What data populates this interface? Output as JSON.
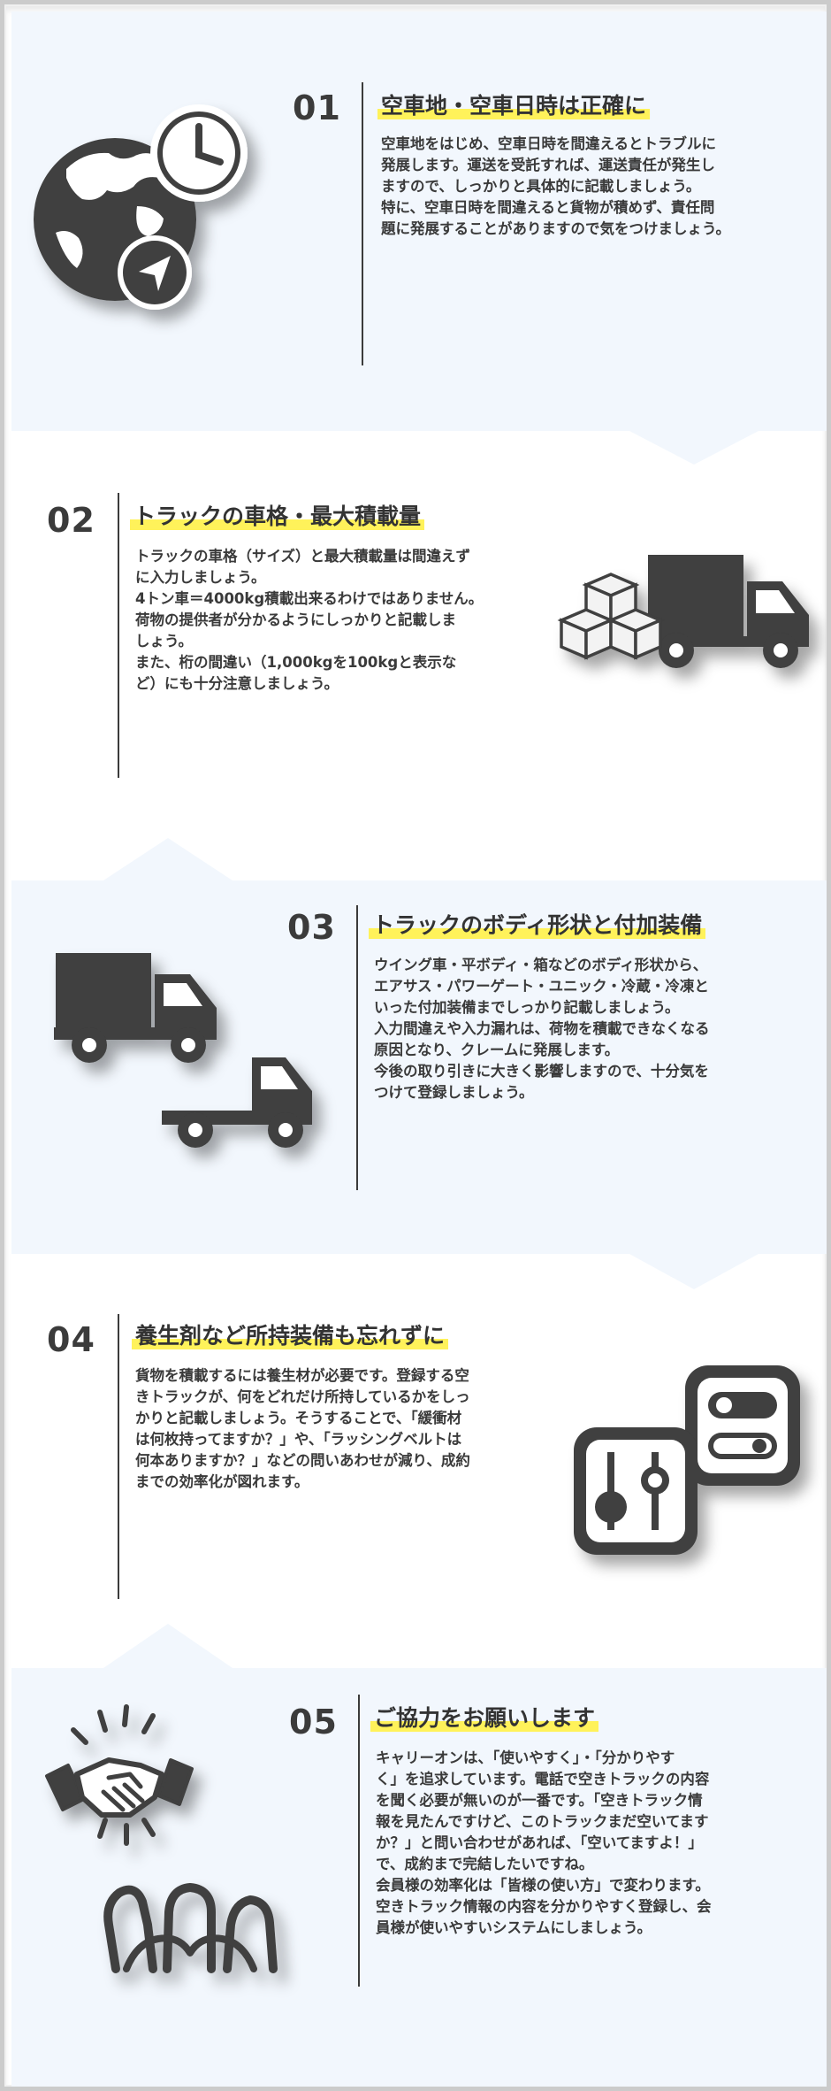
{
  "colors": {
    "band_tint": "#f2f7fd",
    "band_white": "#ffffff",
    "highlight": "#fff25a",
    "icon_dark": "#3f3f3f",
    "text": "#3a3a3a"
  },
  "sections": [
    {
      "number": "01",
      "title": "空車地・空車日時は正確に",
      "icon": "globe-clock-compass-icon",
      "lines": [
        "空車地をはじめ、空車日時を間違えるとトラブルに",
        "発展します。運送を受託すれば、運送責任が発生し",
        "ますので、しっかりと具体的に記載しましょう。",
        "特に、空車日時を間違えると貨物が積めず、責任問",
        "題に発展することがありますので気をつけましょう。"
      ]
    },
    {
      "number": "02",
      "title": "トラックの車格・最大積載量",
      "icon": "truck-with-boxes-icon",
      "lines": [
        "トラックの車格（サイズ）と最大積載量は間違えず",
        "に入力しましょう。",
        "4トン車＝4000kg積載出来るわけではありません。",
        "荷物の提供者が分かるようにしっかりと記載しま",
        "しょう。",
        "また、桁の間違い（1,000kgを100kgと表示な",
        "ど）にも十分注意しましょう。"
      ]
    },
    {
      "number": "03",
      "title": "トラックのボディ形状と付加装備",
      "icon": "truck-body-types-icon",
      "lines": [
        "ウイング車・平ボディ・箱などのボディ形状から、",
        "エアサス・パワーゲート・ユニック・冷蔵・冷凍と",
        "いった付加装備までしっかり記載しましょう。",
        "入力間違えや入力漏れは、荷物を積載できなくなる",
        "原因となり、クレームに発展します。",
        "今後の取り引きに大きく影響しますので、十分気を",
        "つけて登録しましょう。"
      ]
    },
    {
      "number": "04",
      "title": "養生剤など所持装備も忘れずに",
      "icon": "equipment-toggles-icon",
      "lines": [
        "貨物を積載するには養生材が必要です。登録する空",
        "きトラックが、何をどれだけ所持しているかをしっ",
        "かりと記載しましょう。そうすることで、「緩衝材",
        "は何枚持ってますか？」や、「ラッシングベルトは",
        "何本ありますか？」などの問いあわせが減り、成約",
        "までの効率化が図れます。"
      ]
    },
    {
      "number": "05",
      "title": "ご協力をお願いします",
      "icon": "handshake-people-icon",
      "lines": [
        "キャリーオンは、「使いやすく」・「分かりやす",
        "く」を追求しています。電話で空きトラックの内容",
        "を聞く必要が無いのが一番です。「空きトラック情",
        "報を見たんですけど、このトラックまだ空いてます",
        "か？」と問い合わせがあれば、「空いてますよ！」",
        "で、成約まで完結したいですね。",
        "会員様の効率化は「皆様の使い方」で変わります。",
        "空きトラック情報の内容を分かりやすく登録し、会",
        "員様が使いやすいシステムにしましょう。"
      ]
    }
  ]
}
